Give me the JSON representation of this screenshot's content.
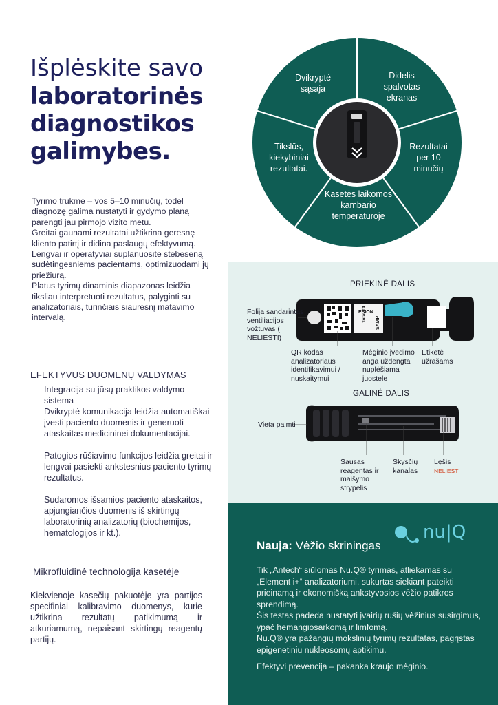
{
  "headline": {
    "line1": "Išplėskite savo",
    "line2": "laboratorinės",
    "line3": "diagnostikos",
    "line4": "galimybes."
  },
  "intro": [
    "Tyrimo trukmė – vos 5–10 minučių, todėl diagnozę galima nustatyti ir gydymo planą parengti jau pirmojo vizito metu.",
    "Greitai gaunami rezultatai užtikrina geresnę kliento patirtį ir didina paslaugų efektyvumą.",
    "Lengvai ir operatyviai suplanuosite stebėseną sudėtingesniems pacientams, optimizuodami jų priežiūrą.",
    "Platus tyrimų dinaminis diapazonas leidžia tiksliau interpretuoti rezultatus, palyginti su analizatoriais, turinčiais siauresnį matavimo intervalą."
  ],
  "data_section": {
    "title": "EFEKTYVUS DUOMENŲ VALDYMAS",
    "items": [
      "Integracija su jūsų praktikos valdymo sistema",
      " Dvikryptė komunikacija leidžia automatiškai įvesti paciento duomenis ir generuoti ataskaitas medicininei dokumentacijai.",
      "Patogios rūšiavimo funkcijos leidžia greitai ir lengvai pasiekti ankstesnius paciento tyrimų rezultatus.",
      "Sudaromos išsamios paciento ataskaitos, apjungiančios duomenis iš skirtingų laboratorinių analizatorių (biochemijos, hematologijos ir kt.)."
    ]
  },
  "micro_section": {
    "title": "Mikrofluidinė technologija kasetėje",
    "text": "Kiekvienoje kasečių pakuotėje yra partijos specifiniai kalibravimo duomenys, kurie užtikrina rezultatų patikimumą ir atkuriamumą, nepaisant skirtingų reagentų partijų."
  },
  "wheel": {
    "segments": [
      "Dvikryptė sąsaja",
      "Didelis spalvotas ekranas",
      "Rezultatai per 10 minučių",
      "Kasetės laikomos kambario temperatūroje",
      "Tikslūs, kiekybiniai rezultatai."
    ]
  },
  "cassette": {
    "front_title": "PRIEKINĖ DALIS",
    "back_title": "GALINĖ DALIS",
    "front_labels": {
      "foil": "Folija sandarintas ventiliacijos vožtuvas ( NELIESTI)",
      "qr": "QR kodas analizatoriaus identifikavimui / nuskaitymui",
      "sample": "Mėginio įvedimo anga uždengta nuplėšiama juostele",
      "label": "Etiketė užrašams"
    },
    "back_labels": {
      "grip": "Vieta paimti",
      "reagent": "Sausas reagentas ir maišymo strypelis",
      "channel": "Skysčių kanalas",
      "lens": "Lęšis",
      "lens_note": "NELIESTI"
    },
    "printed": {
      "brand": "ESION",
      "test": "Total T4",
      "sample": "SAMP"
    }
  },
  "cancer": {
    "title_bold": "Nauja:",
    "title_rest": " Vėžio skriningas",
    "logo_text": "nu|Q",
    "paragraphs": [
      "Tik „Antech“ siūlomas Nu.Q® tyrimas, atliekamas su „Element i+“ analizatoriumi, sukurtas siekiant pateikti prieinamą ir ekonomišką ankstyvosios vėžio patikros sprendimą.",
      " Šis testas padeda nustatyti įvairių rūšių vėžinius susirgimus, ypač hemangiosarkomą ir limfomą.",
      "Nu.Q® yra pažangių mokslinių tyrimų rezultatas, pagrįstas epigenetiniu nukleosomų aptikimu.",
      "Efektyvi prevencija – pakanka kraujo mėginio."
    ]
  },
  "colors": {
    "navy": "#1d1f5c",
    "teal": "#0f5d54",
    "light_teal": "#e5f1ef",
    "accent_cyan": "#3ab3c8",
    "warning": "#d04a2a"
  }
}
